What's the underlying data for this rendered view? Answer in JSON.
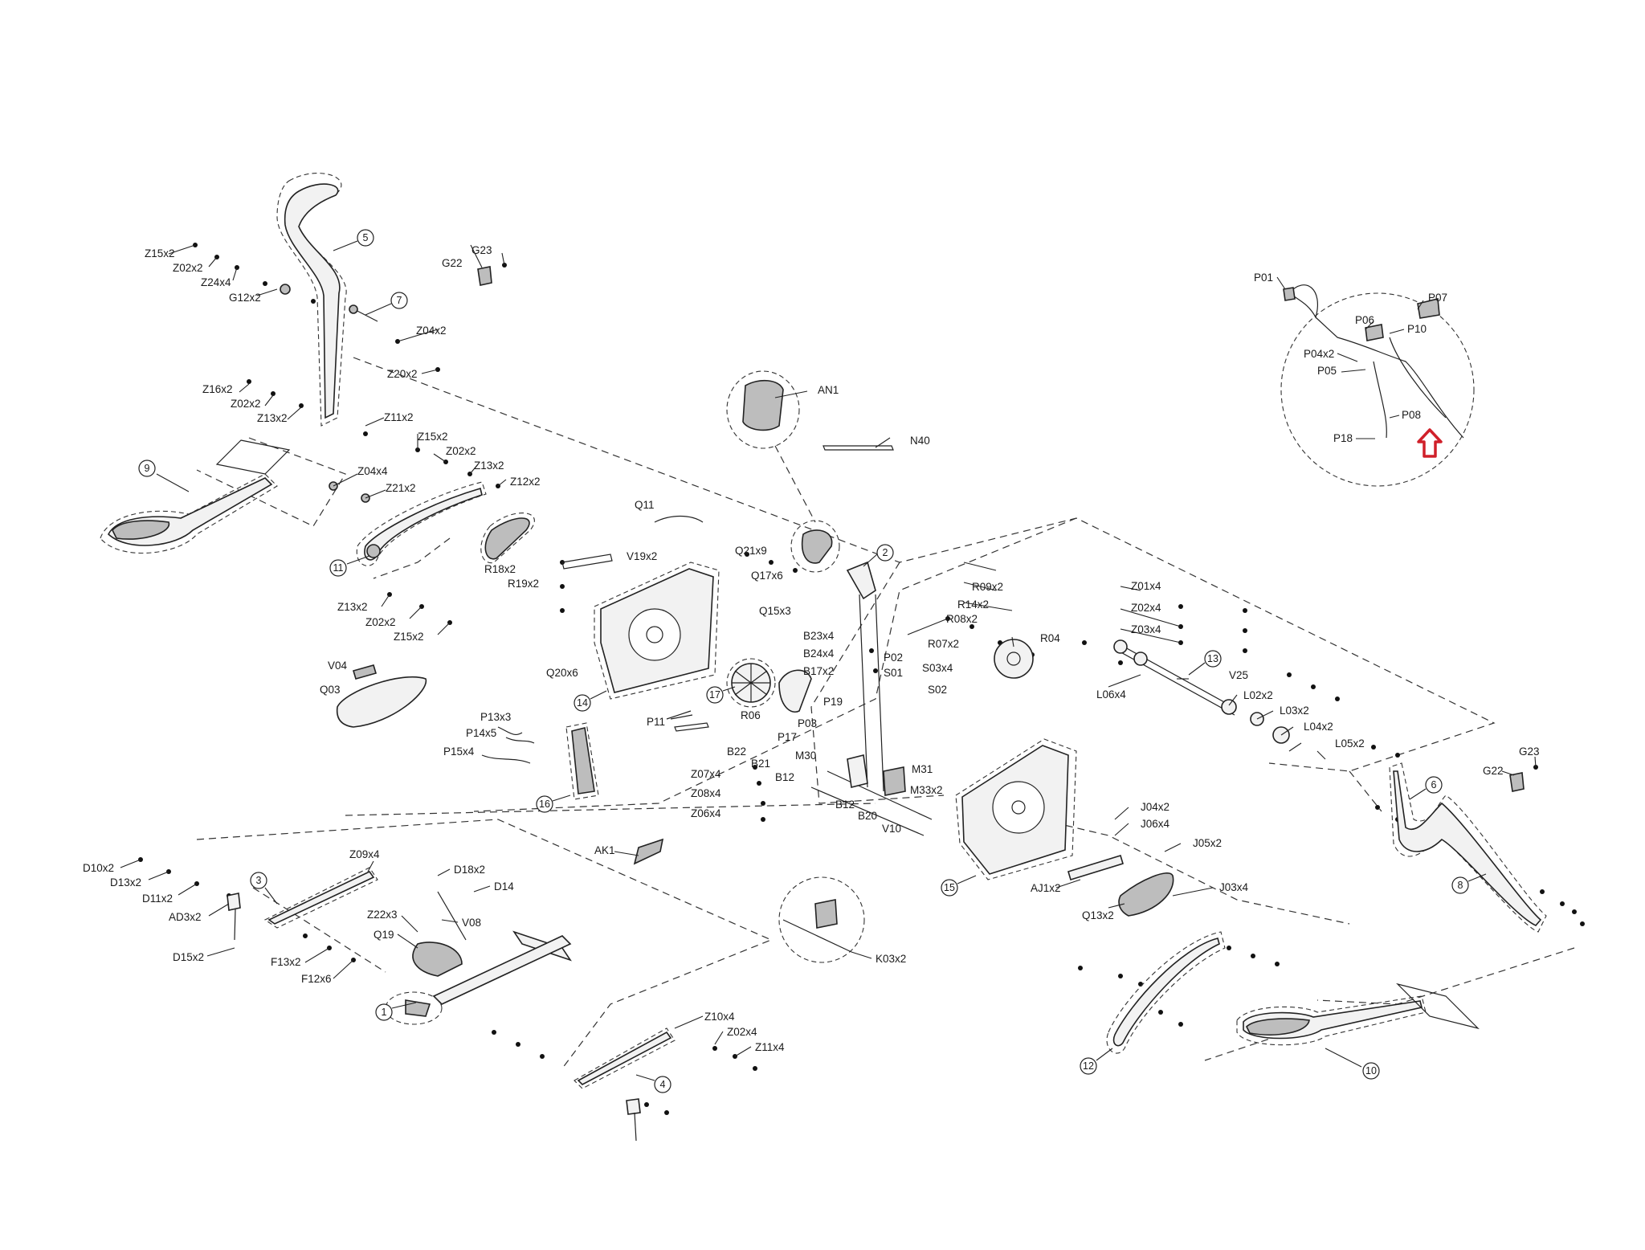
{
  "labels": {
    "Z15x2_a": "Z15x2",
    "Z02x2_a": "Z02x2",
    "Z24x4": "Z24x4",
    "G12x2": "G12x2",
    "Z04x2": "Z04x2",
    "Z20x2": "Z20x2",
    "Z16x2": "Z16x2",
    "Z02x2_b": "Z02x2",
    "Z13x2_a": "Z13x2",
    "Z11x2": "Z11x2",
    "G23_a": "G23",
    "G22_a": "G22",
    "Z15x2_b": "Z15x2",
    "Z02x2_c": "Z02x2",
    "Z13x2_b": "Z13x2",
    "Z12x2": "Z12x2",
    "Z04x4": "Z04x4",
    "Z21x2": "Z21x2",
    "Z13x2_c": "Z13x2",
    "Z02x2_d": "Z02x2",
    "Z15x2_c": "Z15x2",
    "V04": "V04",
    "Q03": "Q03",
    "P13x3": "P13x3",
    "P14x5": "P14x5",
    "P15x4": "P15x4",
    "Q11": "Q11",
    "V19x2": "V19x2",
    "Q21x9": "Q21x9",
    "Q17x6": "Q17x6",
    "Q15x3": "Q15x3",
    "R18x2": "R18x2",
    "R19x2": "R19x2",
    "Q20x6": "Q20x6",
    "AN1": "AN1",
    "N40": "N40",
    "B23x4": "B23x4",
    "B24x4": "B24x4",
    "B17x2": "B17x2",
    "P02": "P02",
    "S01": "S01",
    "S03x4": "S03x4",
    "S02": "S02",
    "P19": "P19",
    "R06": "R06",
    "P11": "P11",
    "P03": "P03",
    "P17": "P17",
    "B22": "B22",
    "B21": "B21",
    "M30": "M30",
    "B12_a": "B12",
    "M31": "M31",
    "M33x2": "M33x2",
    "Z07x4": "Z07x4",
    "Z08x4": "Z08x4",
    "Z06x4": "Z06x4",
    "B12_b": "B12",
    "B20": "B20",
    "V10": "V10",
    "R09x2": "R09x2",
    "R14x2": "R14x2",
    "R08x2": "R08x2",
    "R07x2": "R07x2",
    "R04": "R04",
    "Z01x4": "Z01x4",
    "Z02x4_a": "Z02x4",
    "Z03x4": "Z03x4",
    "V25": "V25",
    "L06x4": "L06x4",
    "L02x2": "L02x2",
    "L03x2": "L03x2",
    "L04x2": "L04x2",
    "L05x2": "L05x2",
    "J04x2": "J04x2",
    "J06x4": "J06x4",
    "J05x2": "J05x2",
    "J03x4": "J03x4",
    "AJ1x2": "AJ1x2",
    "Q13x2": "Q13x2",
    "G23_b": "G23",
    "G22_b": "G22",
    "P01": "P01",
    "P06": "P06",
    "P07": "P07",
    "P10": "P10",
    "P04x2": "P04x2",
    "P05": "P05",
    "P08": "P08",
    "P18": "P18",
    "Z09x4": "Z09x4",
    "D10x2": "D10x2",
    "D13x2": "D13x2",
    "D11x2": "D11x2",
    "AD3x2": "AD3x2",
    "D15x2": "D15x2",
    "D18x2": "D18x2",
    "D14": "D14",
    "Z22x3": "Z22x3",
    "V08": "V08",
    "Q19": "Q19",
    "F13x2": "F13x2",
    "F12x6": "F12x6",
    "AK1": "AK1",
    "K03x2": "K03x2",
    "Z10x4": "Z10x4",
    "Z02x4_b": "Z02x4",
    "Z11x4": "Z11x4"
  },
  "callouts": {
    "n1": "1",
    "n2": "2",
    "n3": "3",
    "n4": "4",
    "n5": "5",
    "n6": "6",
    "n7": "7",
    "n8": "8",
    "n9": "9",
    "n10": "10",
    "n11": "11",
    "n12": "12",
    "n13": "13",
    "n14": "14",
    "n15": "15",
    "n16": "16",
    "n17": "17"
  },
  "colors": {
    "line": "#222222",
    "highlight_arrow": "#d0202a",
    "background": "#ffffff"
  }
}
